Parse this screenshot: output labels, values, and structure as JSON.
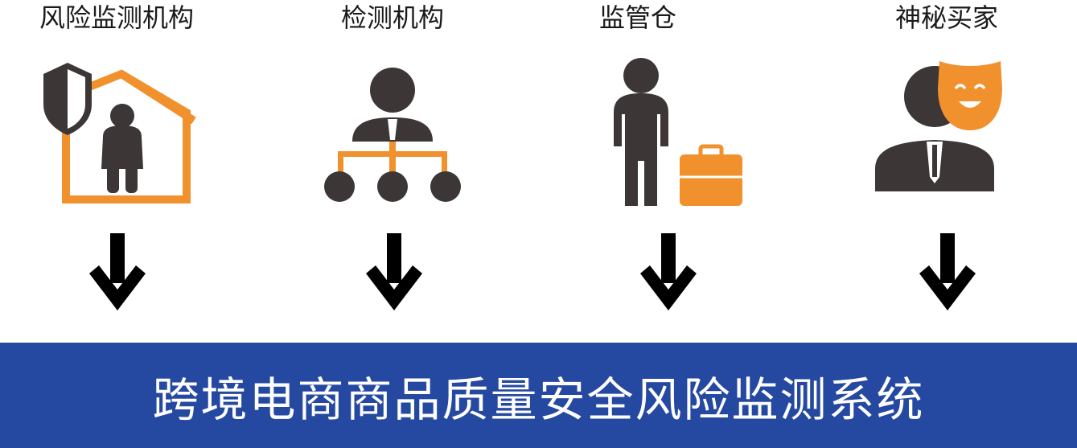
{
  "colors": {
    "dark": "#3c3637",
    "orange": "#f0912d",
    "banner": "#2548a0"
  },
  "columns": [
    {
      "title": "风险监测机构",
      "icon": "shield-house-person-icon"
    },
    {
      "title": "检测机构",
      "icon": "org-chart-person-icon"
    },
    {
      "title": "监管仓",
      "icon": "person-briefcase-icon"
    },
    {
      "title": "神秘买家",
      "icon": "person-mask-icon"
    }
  ],
  "banner": {
    "text": "跨境电商商品质量安全风险监测系统"
  }
}
